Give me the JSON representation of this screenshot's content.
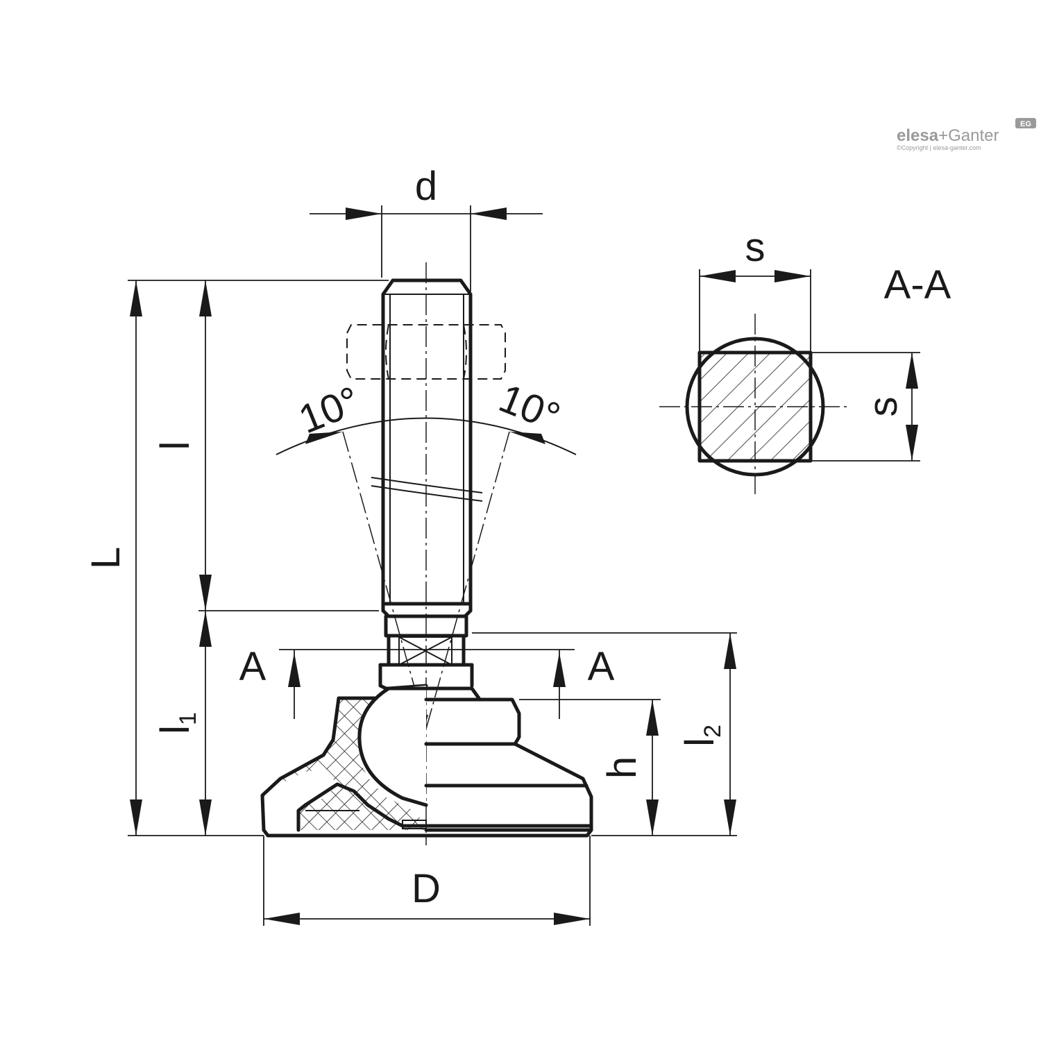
{
  "logo": {
    "brand_a": "elesa",
    "brand_b": "+Ganter",
    "badge": "EG",
    "copyright": "©Copyright | elesa-ganter.com"
  },
  "labels": {
    "d": "d",
    "s_top": "s",
    "s_side": "s",
    "section": "A-A",
    "L": "L",
    "l": "l",
    "l1_main": "l",
    "l1_sub": "1",
    "l2_main": "l",
    "l2_sub": "2",
    "h": "h",
    "D": "D",
    "angle_left": "10°",
    "angle_right": "10°",
    "cut_left": "A",
    "cut_right": "A"
  },
  "colors": {
    "line": "#1a1a1a",
    "logo": "#9a9a9a"
  }
}
